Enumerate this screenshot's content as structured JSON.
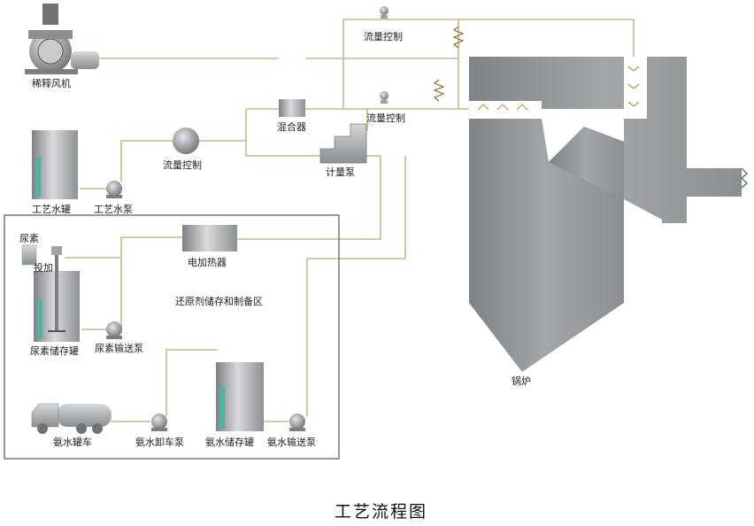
{
  "colors": {
    "pipe": "#c8b98a",
    "boiler": "#8d9093",
    "tank_fill": "#b9bcbf",
    "level_indicator": "#4fb3a0",
    "zone_border": "#555555"
  },
  "labels": {
    "dilution_fan": "稀释风机",
    "process_water_tank": "工艺水罐",
    "process_water_pump": "工艺水泵",
    "flow_control_1": "流量控制",
    "mixer": "混合器",
    "flow_control_top": "流量控制",
    "flow_control_mid": "流量控制",
    "metering_pump": "计量泵",
    "boiler": "锅炉",
    "urea": "尿素",
    "dosing": "投加",
    "electric_heater": "电加热器",
    "zone": "还原剂储存和制备区",
    "urea_tank": "尿素储存罐",
    "urea_pump": "尿素输送泵",
    "ammonia_truck": "氨水罐车",
    "ammonia_unload_pump": "氨水卸车泵",
    "ammonia_tank": "氨水储存罐",
    "ammonia_pump": "氨水输送泵"
  },
  "caption": "工艺流程图"
}
